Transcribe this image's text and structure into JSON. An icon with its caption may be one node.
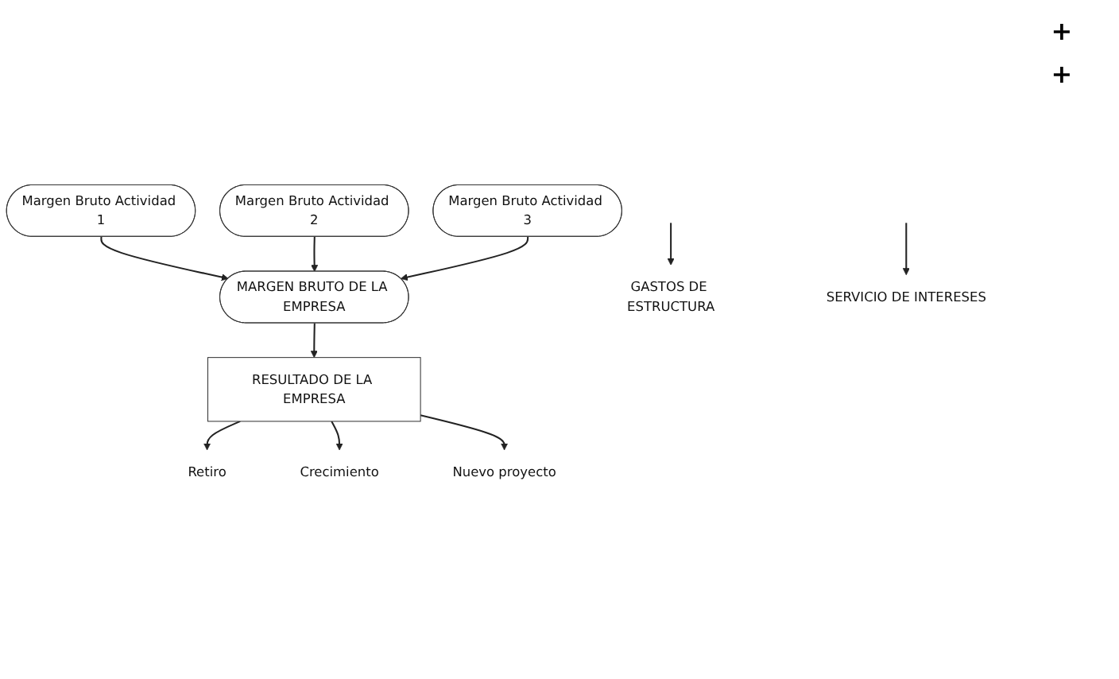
{
  "diagram": {
    "nodes": [
      {
        "text": [
          "Margen Bruto Actividad 1"
        ]
      },
      {
        "text": [
          "Margen Bruto Actividad 2"
        ]
      },
      {
        "text": [
          "Margen Bruto Actividad 3"
        ]
      },
      {
        "text": [
          "MARGEN BRUTO DE LA EMPRESA"
        ]
      },
      {
        "text": [
          "RESULTADO DE LA EMPRESA"
        ]
      },
      {
        "text": [
          "GASTOS DE ESTRUCTURA"
        ]
      },
      {
        "text": [
          "SERVICIO DE INTERESES"
        ]
      },
      {
        "text": [
          "Retiro"
        ]
      },
      {
        "text": [
          "Crecimiento"
        ]
      },
      {
        "text": [
          "Nuevo proyecto"
        ]
      }
    ],
    "edges": [
      {
        "from": 0,
        "to": 3,
        "arrow": "to"
      },
      {
        "from": 1,
        "to": 3,
        "arrow": "to"
      },
      {
        "from": 2,
        "to": 3,
        "arrow": "to"
      },
      {
        "from": 3,
        "to": 4,
        "arrow": "to"
      },
      {
        "from": null,
        "to": 5,
        "arrow": "to"
      },
      {
        "from": null,
        "to": 6,
        "arrow": "to"
      },
      {
        "from": 4,
        "to": 7,
        "arrow": "to"
      },
      {
        "from": 4,
        "to": 8,
        "arrow": "to"
      },
      {
        "from": 4,
        "to": 9,
        "arrow": "to"
      }
    ],
    "labels": [
      "+",
      "+"
    ]
  }
}
